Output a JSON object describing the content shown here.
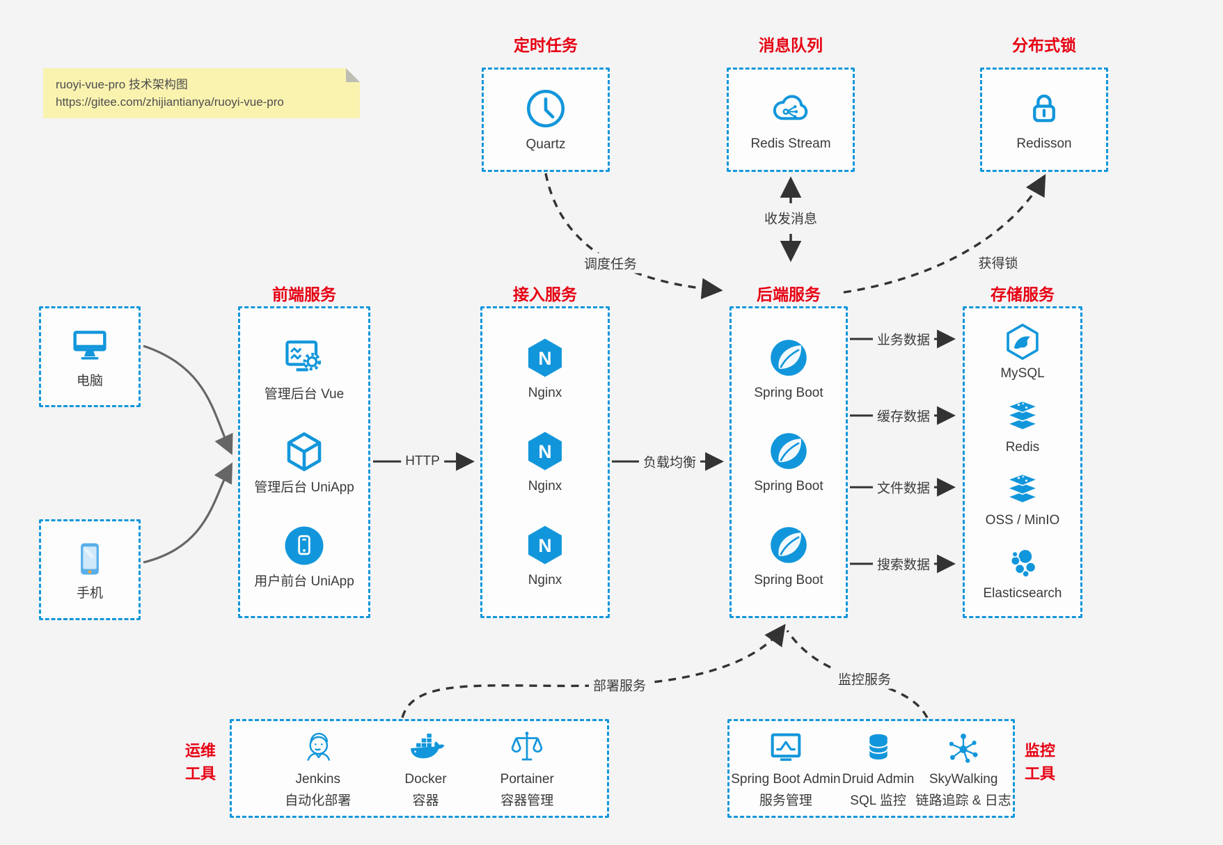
{
  "note": {
    "title": "ruoyi-vue-pro 技术架构图",
    "url": "https://gitee.com/zhijiantianya/ruoyi-vue-pro"
  },
  "colors": {
    "accent_blue": "#1296db",
    "title_red": "#e60012",
    "note_bg": "#faf3b0",
    "arrow_black": "#333333",
    "client_arrow_gray": "#666666",
    "background": "#f4f4f5"
  },
  "top_services": [
    {
      "title": "定时任务",
      "label": "Quartz",
      "icon": "clock-icon"
    },
    {
      "title": "消息队列",
      "label": "Redis Stream",
      "icon": "cloud-mq-icon"
    },
    {
      "title": "分布式锁",
      "label": "Redisson",
      "icon": "lock-icon"
    }
  ],
  "clients": [
    {
      "label": "电脑",
      "icon": "desktop-icon"
    },
    {
      "label": "手机",
      "icon": "phone-icon"
    }
  ],
  "frontend": {
    "title": "前端服务",
    "items": [
      {
        "label": "管理后台 Vue"
      },
      {
        "label": "管理后台 UniApp"
      },
      {
        "label": "用户前台 UniApp"
      }
    ]
  },
  "gateway": {
    "title": "接入服务",
    "items": [
      {
        "label": "Nginx"
      },
      {
        "label": "Nginx"
      },
      {
        "label": "Nginx"
      }
    ]
  },
  "backend": {
    "title": "后端服务",
    "items": [
      {
        "label": "Spring Boot"
      },
      {
        "label": "Spring Boot"
      },
      {
        "label": "Spring Boot"
      }
    ]
  },
  "storage": {
    "title": "存储服务",
    "items": [
      {
        "label": "MySQL"
      },
      {
        "label": "Redis"
      },
      {
        "label": "OSS / MinIO"
      },
      {
        "label": "Elasticsearch"
      }
    ]
  },
  "edges": {
    "http": "HTTP",
    "load_balance": "负载均衡",
    "schedule_task": "调度任务",
    "send_receive_message": "收发消息",
    "acquire_lock": "获得锁",
    "business_data": "业务数据",
    "cache_data": "缓存数据",
    "file_data": "文件数据",
    "search_data": "搜索数据",
    "deploy_service": "部署服务",
    "monitor_service": "监控服务"
  },
  "ops_tools": {
    "side_label_line1": "运维",
    "side_label_line2": "工具",
    "items": [
      {
        "name": "Jenkins",
        "desc": "自动化部署"
      },
      {
        "name": "Docker",
        "desc": "容器"
      },
      {
        "name": "Portainer",
        "desc": "容器管理"
      }
    ]
  },
  "monitor_tools": {
    "side_label_line1": "监控",
    "side_label_line2": "工具",
    "items": [
      {
        "name": "Spring Boot Admin",
        "desc": "服务管理"
      },
      {
        "name": "Druid Admin",
        "desc": "SQL 监控"
      },
      {
        "name": "SkyWalking",
        "desc": "链路追踪 & 日志"
      }
    ]
  }
}
